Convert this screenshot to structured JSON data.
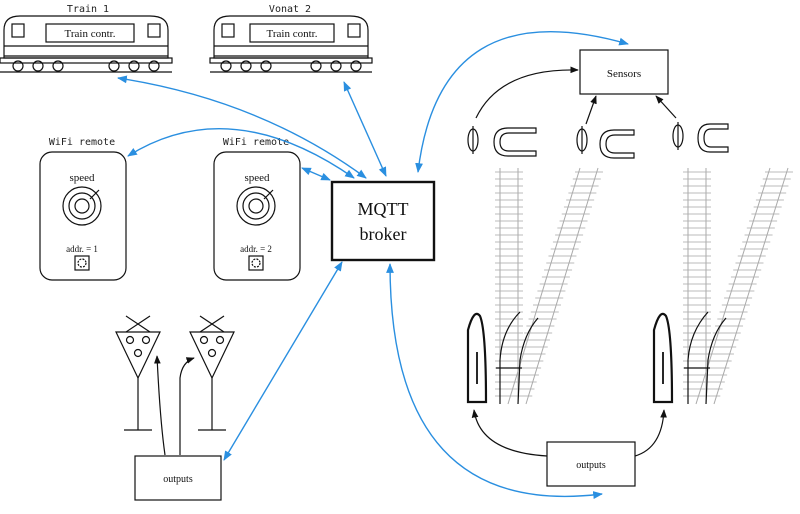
{
  "trains": [
    {
      "caption": "Train 1",
      "controller_label": "Train contr."
    },
    {
      "caption": "Vonat 2",
      "controller_label": "Train contr."
    }
  ],
  "remotes": [
    {
      "caption": "WiFi remote",
      "speed_label": "speed",
      "addr_label": "addr. = 1"
    },
    {
      "caption": "WiFi remote",
      "speed_label": "speed",
      "addr_label": "addr. = 2"
    }
  ],
  "broker": {
    "line1": "MQTT",
    "line2": "broker"
  },
  "sensors": {
    "label": "Sensors"
  },
  "outputs_left": {
    "label": "outputs"
  },
  "outputs_right": {
    "label": "outputs"
  },
  "colors": {
    "link": "#2a8fe0",
    "line": "#111111",
    "rail": "#aaaaaa"
  }
}
